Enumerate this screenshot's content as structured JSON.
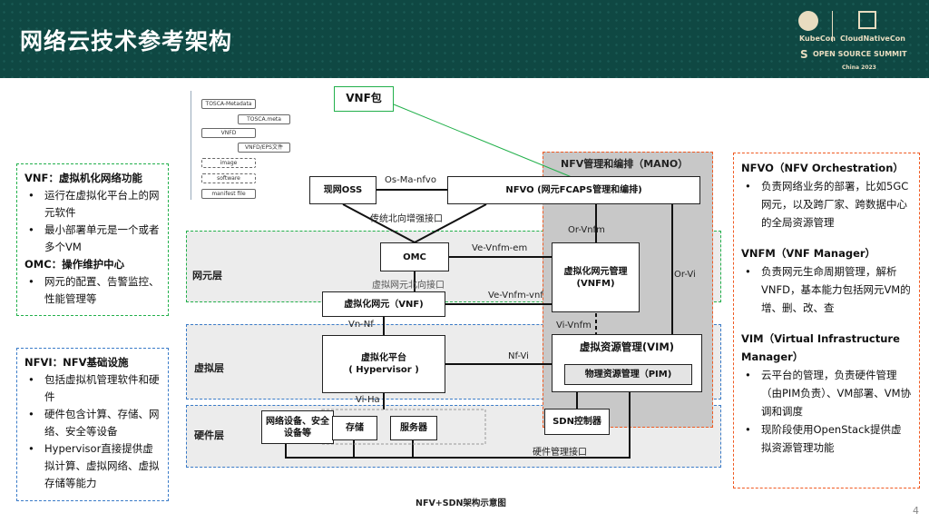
{
  "header": {
    "title": "网络云技术参考架构",
    "logo": {
      "kubecon": "KubeCon",
      "cloudnativecon": "CloudNativeCon",
      "oss": "OPEN SOURCE SUMMIT",
      "event": "China 2023"
    }
  },
  "left_panels": [
    {
      "sections": [
        {
          "title": "VNF：虚拟机化网络功能",
          "items": [
            "运行在虚拟化平台上的网元软件",
            "最小部署单元是一个或者多个VM"
          ]
        },
        {
          "title": "OMC：操作维护中心",
          "items": [
            "网元的配置、告警监控、性能管理等"
          ]
        }
      ],
      "color": "#22b04b"
    },
    {
      "sections": [
        {
          "title": "NFVI：NFV基础设施",
          "items": [
            "包括虚拟机管理软件和硬件",
            "硬件包含计算、存储、网络、安全等设备",
            "Hypervisor直接提供虚拟计算、虚拟网络、虚拟存储等能力"
          ]
        }
      ],
      "color": "#3a7bc8"
    }
  ],
  "right_panel": {
    "color": "#f05a22",
    "sections": [
      {
        "title": "NFVO（NFV Orchestration）",
        "items": [
          "负责网络业务的部署，比如5GC网元，以及跨厂家、跨数据中心的全局资源管理"
        ]
      },
      {
        "title": "VNFM（VNF Manager）",
        "items": [
          "负责网元生命周期管理，解析VNFD，基本能力包括网元VM的增、删、改、查"
        ]
      },
      {
        "title": "VIM（Virtual Infrastructure Manager）",
        "items": [
          "云平台的管理，负责硬件管理（由PIM负责）、VM部署、VM协调和调度",
          "现阶段使用OpenStack提供虚拟资源管理功能"
        ]
      }
    ]
  },
  "diagram": {
    "package_tree": [
      "TOSCA-Metadata",
      "TOSCA.meta",
      "VNFD",
      "VNFD/EPS文件",
      "image",
      "software",
      "manifest file"
    ],
    "vnf_package": "VNF包",
    "mano_title": "NFV管理和编排（MANO）",
    "layers": {
      "ne": "网元层",
      "virtual": "虚拟层",
      "hardware": "硬件层"
    },
    "boxes": {
      "oss": "现网OSS",
      "nfvo": "NFVO (网元FCAPS管理和编排)",
      "omc": "OMC",
      "vnfm": "虚拟化网元管理\n(VNFM)",
      "vnf": "虚拟化网元（VNF)",
      "hypervisor": "虚拟化平台\n( Hypervisor )",
      "vim": "虚拟资源管理(VIM)",
      "pim": "物理资源管理（PIM)",
      "netdev": "网络设备、安全设备等",
      "storage": "存储",
      "server": "服务器",
      "sdn": "SDN控制器"
    },
    "interfaces": {
      "os_ma": "Os-Ma-nfvo",
      "north": "传统北向增强接口",
      "or_vnfm": "Or-Vnfm",
      "ve_em": "Ve-Vnfm-em",
      "vnf_north": "虚拟网元北向接口",
      "ve_vnf": "Ve-Vnfm-vnf",
      "or_vi": "Or-Vi",
      "vn_nf": "Vn-Nf",
      "vi_vnfm": "Vi-Vnfm",
      "nf_vi": "Nf-Vi",
      "vi_ha": "Vi-Ha",
      "hw_mgmt": "硬件管理接口"
    },
    "caption": "NFV+SDN架构示意图"
  },
  "page_number": "4"
}
